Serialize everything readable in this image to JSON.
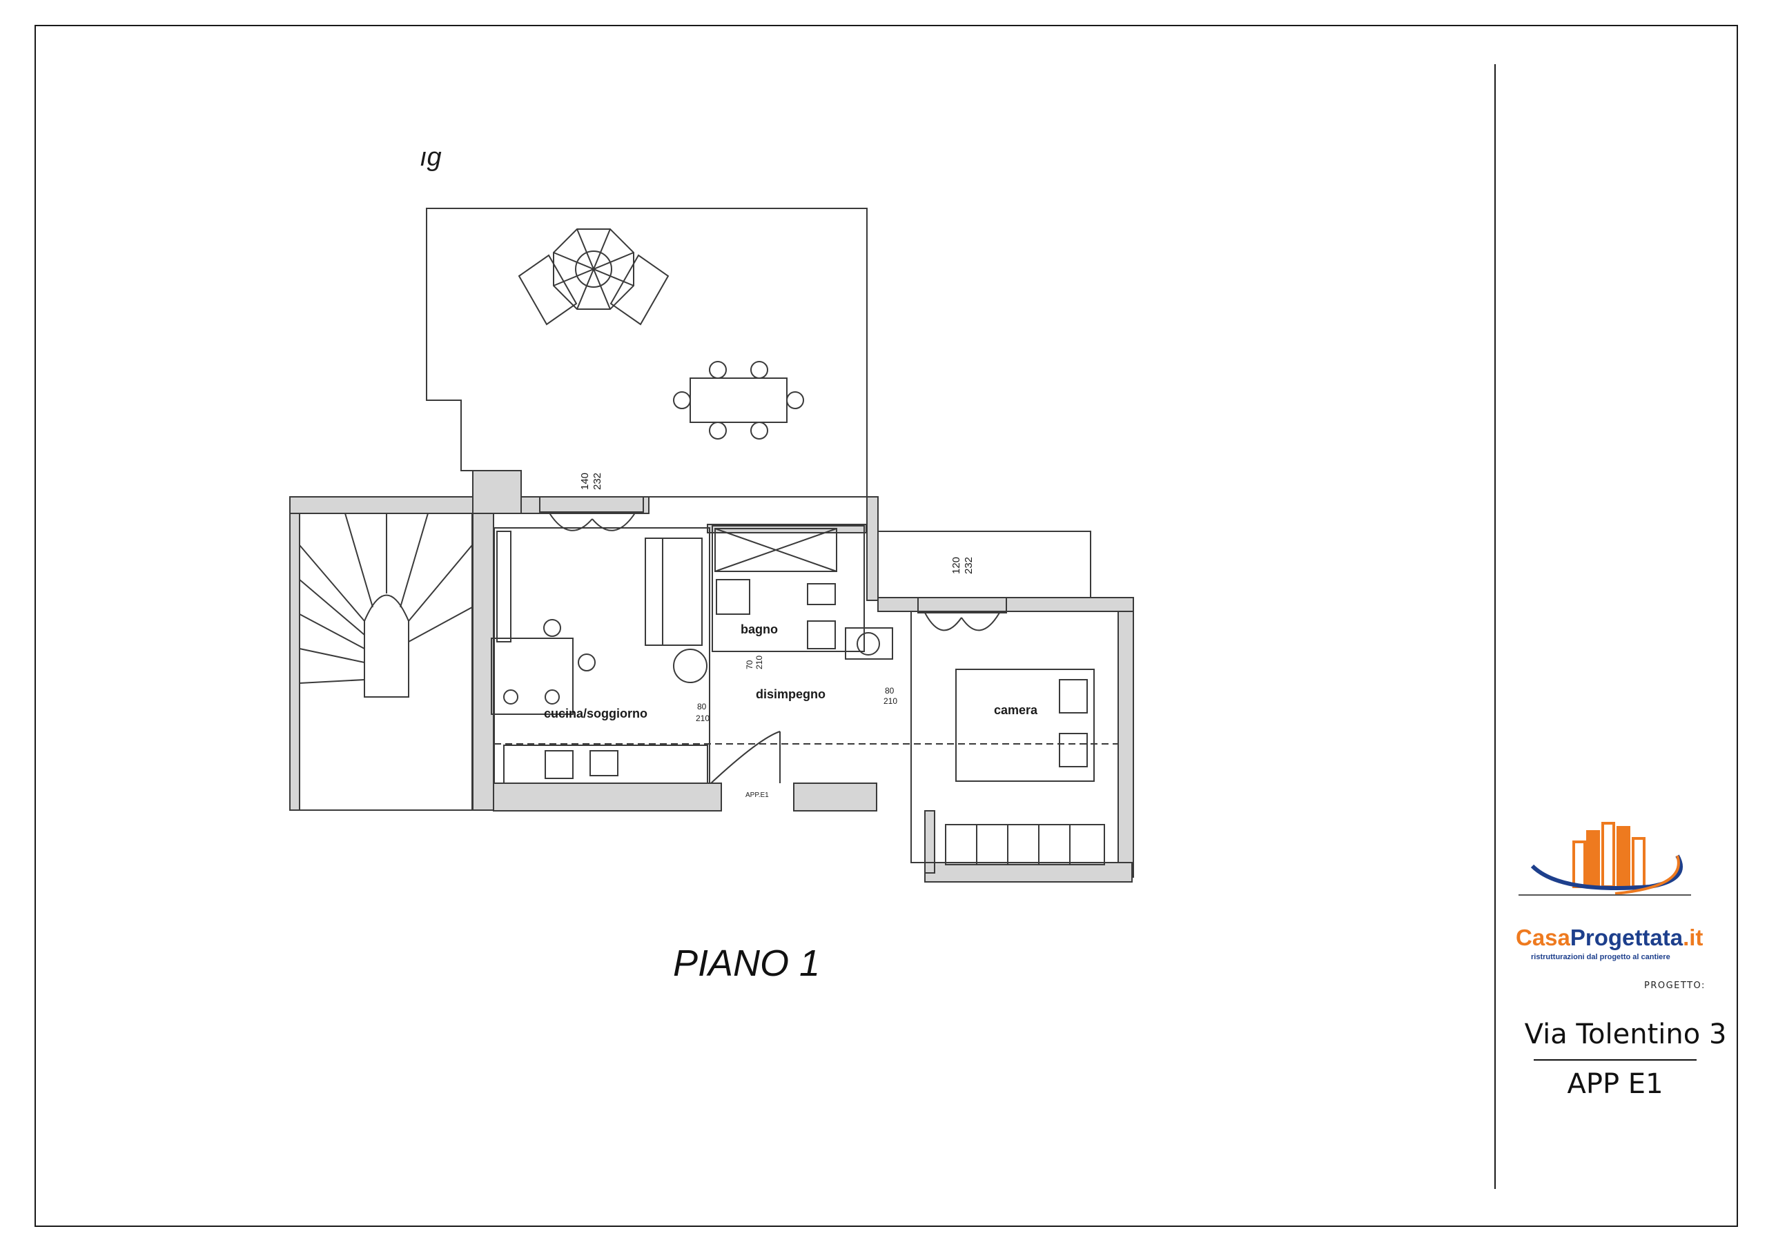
{
  "plan": {
    "partial_label": "ıg",
    "rooms": {
      "kitchen": "cucina/soggiorno",
      "bath": "bagno",
      "hall": "disimpegno",
      "bedroom": "camera"
    },
    "dimensions": {
      "window1_w": "140",
      "window1_h": "232",
      "window2_w": "120",
      "window2_h": "232",
      "door_kitchen_w": "80",
      "door_kitchen_h": "210",
      "door_bath_w": "70",
      "door_bath_h": "210",
      "door_bed_w": "80",
      "door_bed_h": "210"
    },
    "unit_tag": "APP.E1"
  },
  "floor_title": "PIANO 1",
  "title_block": {
    "brand_part1": "Casa",
    "brand_part2": "Progettata",
    "brand_part3": ".it",
    "tagline": "ristrutturazioni dal progetto al cantiere",
    "project_label": "PROGETTO:",
    "project_address": "Via Tolentino 3",
    "project_unit": "APP E1"
  },
  "colors": {
    "brand_orange": "#ee7a1f",
    "brand_blue": "#1d3f8c",
    "wall_gray": "#d6d6d6",
    "line": "#3a3a3a"
  }
}
